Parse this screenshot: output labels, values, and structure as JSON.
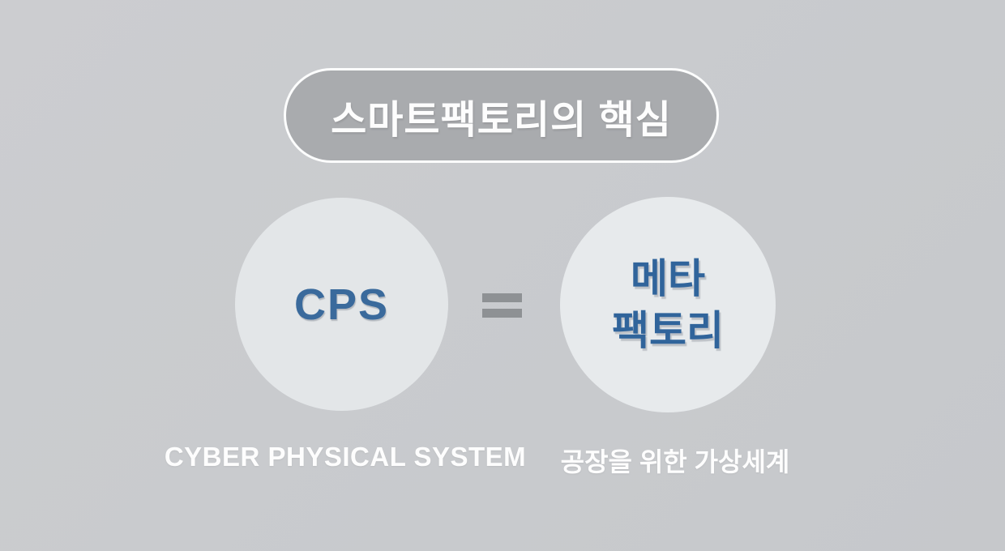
{
  "slide": {
    "title": "스마트팩토리의 핵심"
  },
  "equation": {
    "left": {
      "term": "CPS",
      "caption": "CYBER PHYSICAL SYSTEM"
    },
    "operator": "=",
    "right": {
      "term_line1": "메타",
      "term_line2": "팩토리",
      "caption": "공장을 위한 가상세계"
    }
  },
  "colors": {
    "background": "#c9cbce",
    "pill_fill": "#a9abae",
    "pill_border": "#fcfdfd",
    "circle_left_fill": "#e3e6e8",
    "circle_right_fill": "#e7eaec",
    "accent_blue": "#35689c",
    "equals_gray": "#8e9194",
    "text_white": "#fdfdfd"
  }
}
